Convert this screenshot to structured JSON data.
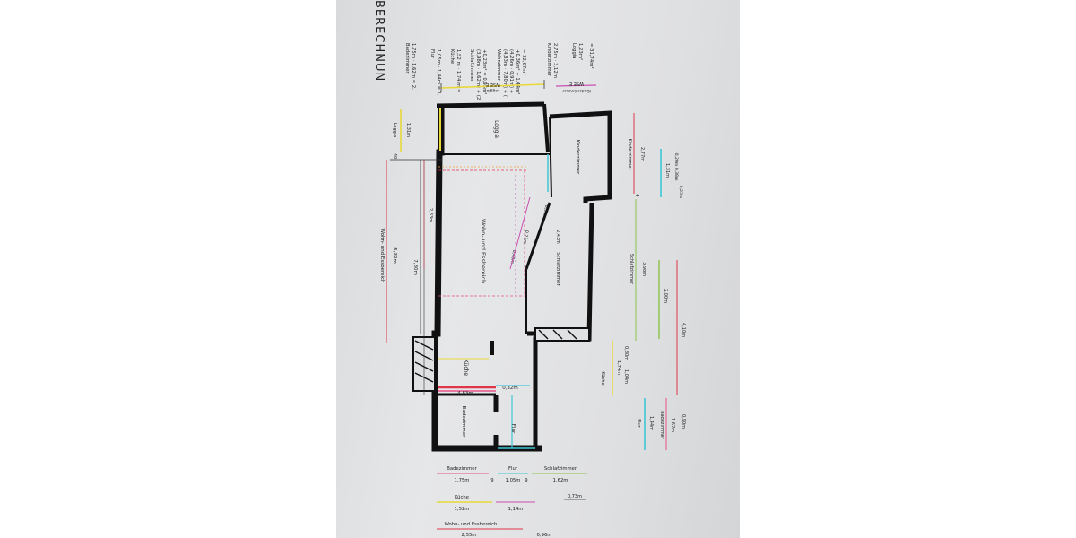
{
  "header": {
    "title": "BERECHNUN"
  },
  "calculation": {
    "lines": [
      "Badezimmer",
      "1,75m · 1,62m = 2,",
      "Flur",
      "1,05m · 1,44m = 1,",
      "Küche",
      "1,52 m · 1,74 m =",
      "Schlafzimmer",
      "(3,98m · 1,62m) + (2",
      "+0,23m² = 0,95m²",
      "Wohnzimmer",
      "(4,83m · 7,80m) + (",
      "(4,26m · 0,91m) +",
      "+0,36m² + 1,44m²",
      "= 32,67m²",
      "Kinderzimmer",
      "2,75m · 3,12m",
      "Loggia",
      "1,23m²",
      "= 31,74m²"
    ]
  },
  "rooms": {
    "loggia": "Loggia",
    "kinderzimmer": "Kinderzimmer",
    "wohnen": "Wohn- und Essbereich",
    "schlafzimmer": "Schlafzimmer",
    "kueche": "Küche",
    "badezimmer": "Badezimmer",
    "flur": "Flur"
  },
  "dimensions": {
    "top_loggia_label": "WSE E",
    "top_loggia_sub": "Loggia",
    "top_kinder_label": "WSE E",
    "top_kinder_sub": "Kinderzimmer",
    "loggia_side_label": "Loggia",
    "loggia_side_value": "1,31m",
    "wohn_left_label": "Wohn- und Essbereich",
    "wohn_left_value": "5,32m",
    "wohn_inner_value": "7,80m",
    "wohn_233": "2,33m",
    "dim_0_40": "40",
    "diag_value_1": "0,91m",
    "diag_value_2": "0,23m",
    "diag_value_3": "2,43m",
    "diag_value_4": "0,40m",
    "kueche_width": "4,83m",
    "kueche_032": "0,32m",
    "kinder_right_label": "Kinderzimmer",
    "kinder_right_value": "2,77m",
    "kinder_cyan_value": "1,31m",
    "kinder_small_values": "0,20m  0,38m",
    "kinder_023": "0,23m",
    "schlaf_right_label": "Schlafzimmer",
    "schlaf_right_value": "3,98m",
    "schlaf_green_value": "2,00m",
    "schlaf_red_value": "4,10m",
    "kueche_right_label": "Küche",
    "kueche_right_value": "1,74m",
    "kueche_right_080": "0,80m",
    "kueche_right_104": "1,04m",
    "flur_right_label": "Flur",
    "flur_right_value": "1,44m",
    "bad_right_label": "Badezimmer",
    "bad_right_value": "1,62m",
    "bad_right_090": "0,90m",
    "dim_4_a": "4",
    "bottom_bad_label": "Badezimmer",
    "bottom_bad_value": "1,75m",
    "bottom_flur_label": "Flur",
    "bottom_flur_value": "1,05m",
    "bottom_schlaf_label": "Schlafzimmer",
    "bottom_schlaf_value": "1,62m",
    "bottom_9a": "9",
    "bottom_9b": "9",
    "bottom_073": "0,73m",
    "bottom_kueche_label": "Küche",
    "bottom_kueche_value": "1,52m",
    "bottom_114": "1,14m",
    "bottom_wohn_label": "Wohn- und Essbereich",
    "bottom_wohn_value": "2,55m",
    "bottom_096": "0,96m"
  },
  "colors": {
    "paper": "#e0e1e3",
    "wall": "#111111",
    "yellow": "#e8d83a",
    "red": "#e0364a",
    "pink": "#e8508a",
    "cyan": "#3ec6d6",
    "green": "#8bc34a",
    "orange": "#f0a040",
    "magenta": "#c850b0"
  }
}
